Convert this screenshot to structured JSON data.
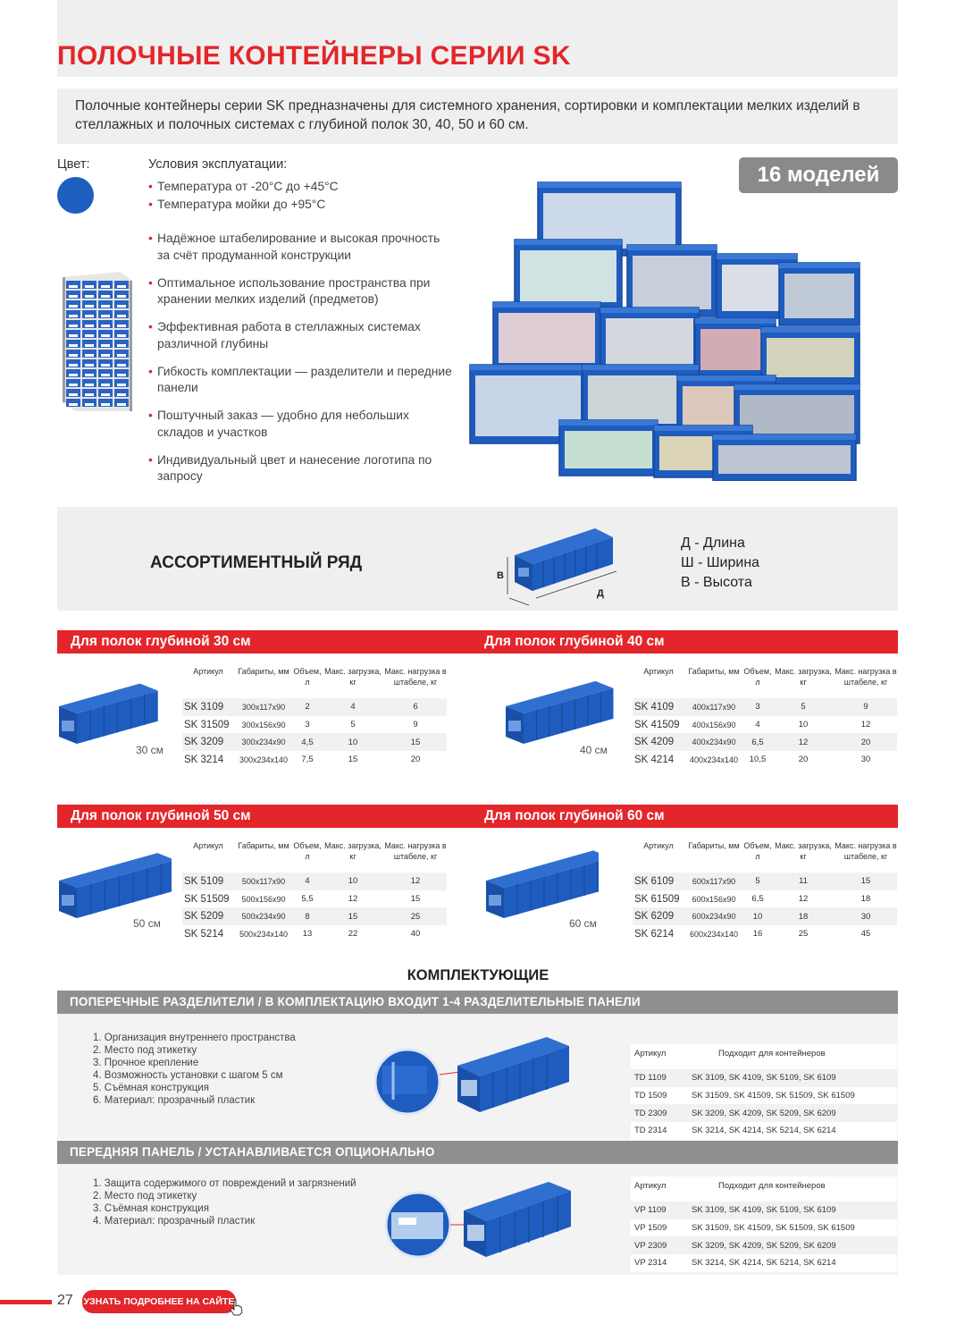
{
  "title": "ПОЛОЧНЫЕ КОНТЕЙНЕРЫ СЕРИИ SK",
  "intro": "Полочные контейнеры серии SK предназначены для системного хранения, сортировки и комплектации мелких изделий в стеллажных и полочных системах с глубиной полок 30, 40, 50 и 60 см.",
  "color_label": "Цвет:",
  "color_hex": "#1d5fbf",
  "conditions_title": "Условия эксплуатации:",
  "conditions": [
    "Температура от -20°C до +45°C",
    "Температура мойки до +95°C"
  ],
  "features": [
    "Надёжное штабелирование и высокая прочность за счёт продуманной конструкции",
    "Оптимальное использование пространства при хранении мелких изделий (предметов)",
    "Эффективная работа в стеллажных системах различной глубины",
    "Гибкость комплектации — разделители и передние панели",
    "Поштучный заказ — удобно для небольших складов и участков",
    "Индивидуальный цвет и нанесение логотипа по запросу"
  ],
  "badge": "16 моделей",
  "assortment": {
    "title": "АССОРТИМЕНТНЫЙ РЯД",
    "dim_h": "В",
    "dim_l": "Д",
    "dim_w": "Ш",
    "legend": [
      "Д - Длина",
      "Ш - Ширина",
      "В - Высота"
    ]
  },
  "table_headers": {
    "art": "Артикул",
    "dims": "Габариты, мм",
    "vol": "Объем, л",
    "load": "Макс. загрузка, кг",
    "stack": "Макс. нагрузка в штабеле, кг"
  },
  "groups": [
    {
      "title": "Для полок глубиной 30 см",
      "label": "30 см",
      "rows": [
        [
          "SK 3109",
          "300x117x90",
          "2",
          "4",
          "6"
        ],
        [
          "SK 31509",
          "300x156x90",
          "3",
          "5",
          "9"
        ],
        [
          "SK 3209",
          "300x234x90",
          "4,5",
          "10",
          "15"
        ],
        [
          "SK 3214",
          "300x234x140",
          "7,5",
          "15",
          "20"
        ]
      ]
    },
    {
      "title": "Для полок глубиной 40 см",
      "label": "40 см",
      "rows": [
        [
          "SK 4109",
          "400x117x90",
          "3",
          "5",
          "9"
        ],
        [
          "SK 41509",
          "400x156x90",
          "4",
          "10",
          "12"
        ],
        [
          "SK 4209",
          "400x234x90",
          "6,5",
          "12",
          "20"
        ],
        [
          "SK 4214",
          "400x234x140",
          "10,5",
          "20",
          "30"
        ]
      ]
    },
    {
      "title": "Для полок глубиной 50 см",
      "label": "50 см",
      "rows": [
        [
          "SK 5109",
          "500x117x90",
          "4",
          "10",
          "12"
        ],
        [
          "SK 51509",
          "500x156x90",
          "5,5",
          "12",
          "15"
        ],
        [
          "SK 5209",
          "500x234x90",
          "8",
          "15",
          "25"
        ],
        [
          "SK 5214",
          "500x234x140",
          "13",
          "22",
          "40"
        ]
      ]
    },
    {
      "title": "Для полок глубиной 60 см",
      "label": "60 см",
      "rows": [
        [
          "SK 6109",
          "600x117x90",
          "5",
          "11",
          "15"
        ],
        [
          "SK 61509",
          "600x156x90",
          "6,5",
          "12",
          "18"
        ],
        [
          "SK 6209",
          "600x234x90",
          "10",
          "18",
          "30"
        ],
        [
          "SK 6214",
          "600x234x140",
          "16",
          "25",
          "45"
        ]
      ]
    }
  ],
  "accessories_title": "КОМПЛЕКТУЮЩИЕ",
  "accessories": [
    {
      "bar": "ПОПЕРЕЧНЫЕ РАЗДЕЛИТЕЛИ / В КОМПЛЕКТАЦИЮ ВХОДИТ 1-4 РАЗДЕЛИТЕЛЬНЫЕ ПАНЕЛИ",
      "list": [
        "1. Организация внутреннего пространства",
        "2. Место под этикетку",
        "3. Прочное крепление",
        "4. Возможность установки с шагом 5 см",
        "5. Съёмная конструкция",
        "6. Материал: прозрачный пластик"
      ],
      "col_art": "Артикул",
      "col_fit": "Подходит для контейнеров",
      "rows": [
        [
          "TD 1109",
          "SK 3109, SK 4109, SK 5109, SK 6109"
        ],
        [
          "TD 1509",
          "SK 31509, SK 41509, SK 51509, SK 61509"
        ],
        [
          "TD 2309",
          "SK 3209, SK 4209, SK 5209, SK 6209"
        ],
        [
          "TD 2314",
          "SK 3214, SK 4214, SK 5214, SK 6214"
        ]
      ]
    },
    {
      "bar": "ПЕРЕДНЯЯ ПАНЕЛЬ / УСТАНАВЛИВАЕТСЯ ОПЦИОНАЛЬНО",
      "list": [
        "1. Защита содержимого от повреждений и загрязнений",
        "2. Место под этикетку",
        "3. Съёмная конструкция",
        "4. Материал: прозрачный пластик"
      ],
      "col_art": "Артикул",
      "col_fit": "Подходит для контейнеров",
      "rows": [
        [
          "VP 1109",
          "SK 3109, SK 4109, SK 5109, SK 6109"
        ],
        [
          "VP 1509",
          "SK 31509, SK 41509, SK 51509, SK 61509"
        ],
        [
          "VP 2309",
          "SK 3209, SK 4209, SK 5209, SK 6209"
        ],
        [
          "VP 2314",
          "SK 3214, SK 4214, SK 5214, SK 6214"
        ]
      ]
    }
  ],
  "footer": {
    "page": "27",
    "button": "УЗНАТЬ ПОДРОБНЕЕ НА САЙТЕ"
  }
}
